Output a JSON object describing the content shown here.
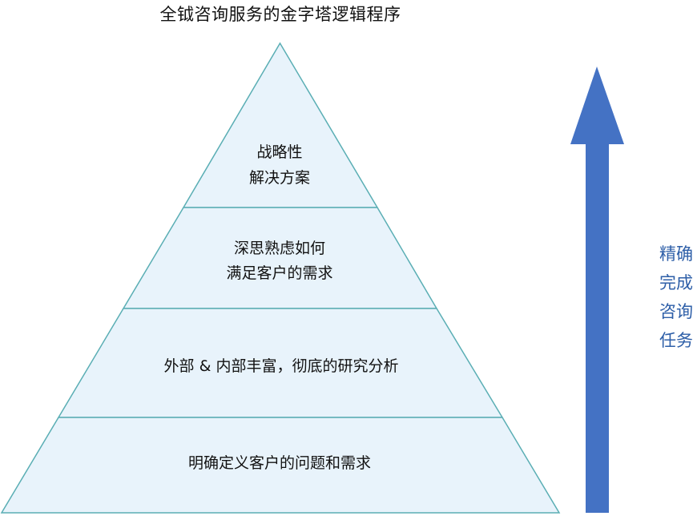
{
  "title": "全钺咨询服务的金字塔逻辑程序",
  "tiers": [
    {
      "lines": [
        "战略性",
        "解决方案"
      ]
    },
    {
      "lines": [
        "深思熟虑如何",
        "满足客户的需求"
      ]
    },
    {
      "lines": [
        "外部 & 内部丰富，彻底的研究分析"
      ]
    },
    {
      "lines": [
        "明确定义客户的问题和需求"
      ]
    }
  ],
  "side_label": {
    "lines": [
      "精确",
      "完成",
      "咨询",
      "任务"
    ]
  },
  "colors": {
    "tier_fill": "#e8f3fb",
    "tier_stroke": "#5aaeb4",
    "arrow": "#4472c4",
    "side_text": "#2e5fa8"
  }
}
